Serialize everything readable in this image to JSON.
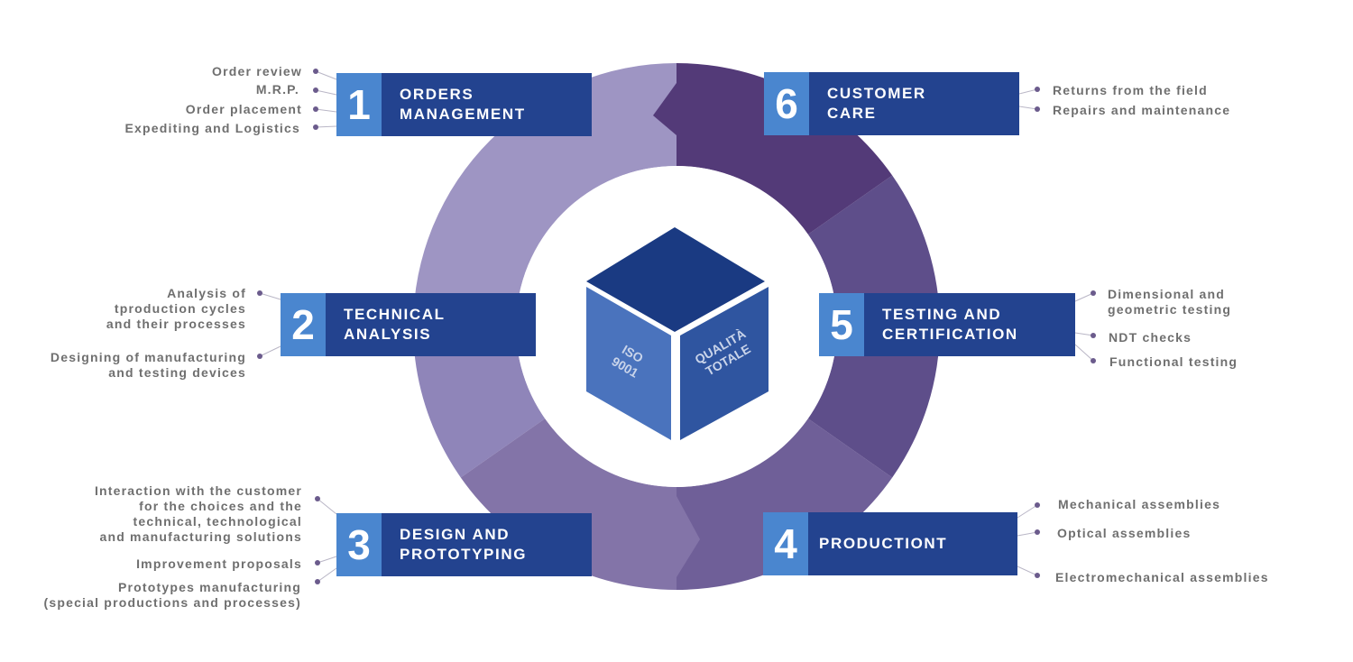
{
  "steps": [
    {
      "number": "1",
      "title": "ORDERS\nMANAGEMENT",
      "items": [
        "Order review",
        "M.R.P.",
        "Order placement",
        "Expediting and Logistics"
      ]
    },
    {
      "number": "2",
      "title": "TECHNICAL\nANALYSIS",
      "items": [
        "Analysis of\ntproduction cycles\nand their processes",
        "Designing of manufacturing\nand testing devices"
      ]
    },
    {
      "number": "3",
      "title": "DESIGN AND\nPROTOTYPING",
      "items": [
        "Interaction with the customer\nfor the choices and the\ntechnical, technological\nand manufacturing solutions",
        "Improvement proposals",
        "Prototypes manufacturing\n(special productions and processes)"
      ]
    },
    {
      "number": "4",
      "title": "PRODUCTIONt",
      "items": [
        "Mechanical assemblies",
        "Optical assemblies",
        "Electromechanical assemblies"
      ]
    },
    {
      "number": "5",
      "title": "TESTING AND\nCERTIFICATION",
      "items": [
        "Dimensional and\ngeometric testing",
        "NDT checks",
        "Functional testing"
      ]
    },
    {
      "number": "6",
      "title": "CUSTOMER\nCARE",
      "items": [
        "Returns from the field",
        "Repairs and maintenance"
      ]
    }
  ],
  "cube": {
    "left_face": "ISO\n9001",
    "right_face": "QUALITÀ\nTOTALE"
  },
  "colors": {
    "box": "#23438f",
    "number_box": "#4a86cf",
    "item_text": "#6f6f6f",
    "dot": "#6b5b8c",
    "ring": [
      "#9e95c3",
      "#8f85b9",
      "#8374a8",
      "#6f5f98",
      "#5e4e8a",
      "#533a78"
    ],
    "cube_top": "#1a3a82",
    "cube_left": "#4a73bd",
    "cube_right": "#2f55a0"
  }
}
